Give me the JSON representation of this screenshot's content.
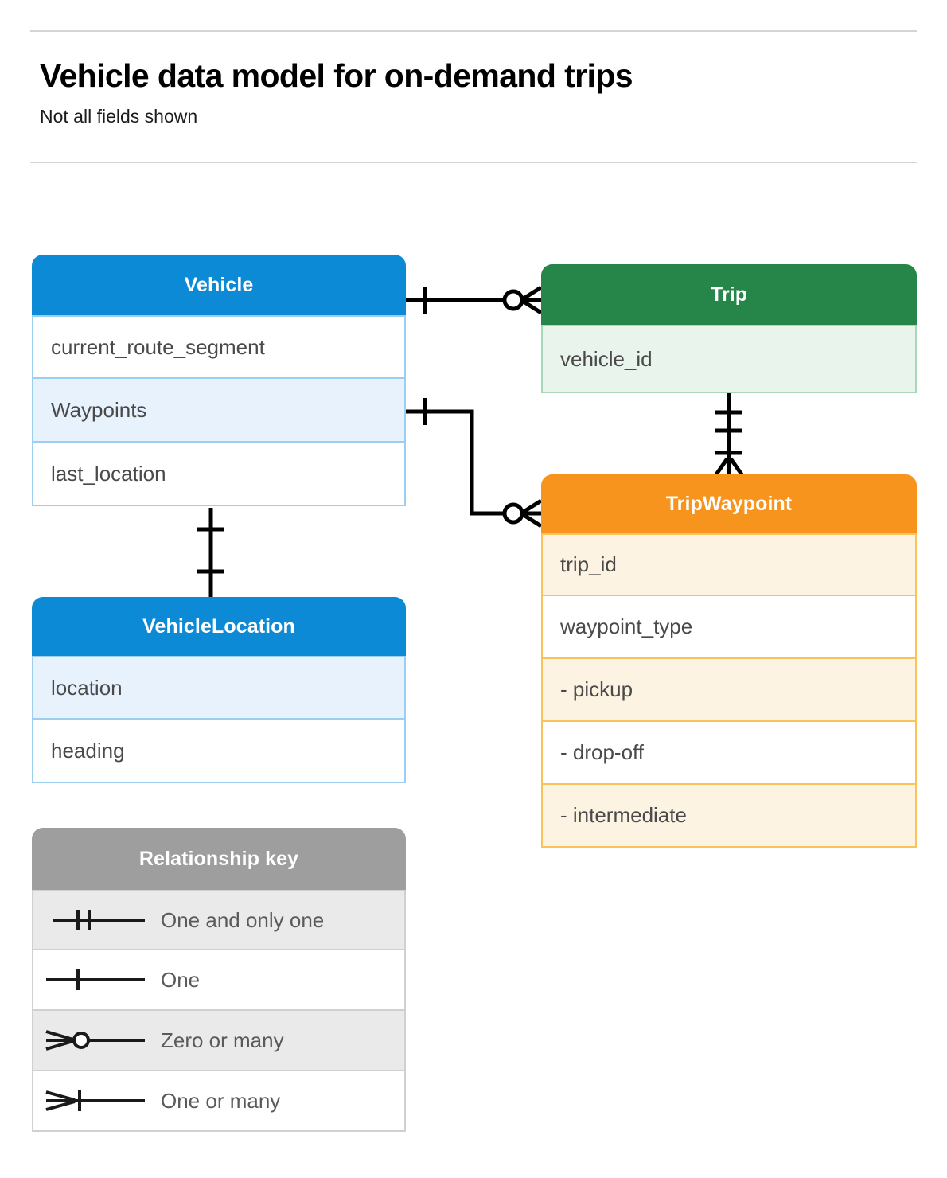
{
  "header": {
    "title": "Vehicle data model for on-demand trips",
    "subtitle": "Not all fields shown"
  },
  "colors": {
    "blue": "#0d8ad6",
    "blue_row_highlight": "#e8f2fd",
    "blue_border": "#9ccef2",
    "green": "#26864a",
    "green_row_highlight": "#e9f4ec",
    "green_border": "#a9d8b8",
    "orange": "#f7941e",
    "orange_row_highlight": "#fdf3e3",
    "orange_border": "#fac357",
    "grey": "#9e9e9e",
    "grey_row_highlight": "#eaeaea",
    "rule": "#d4d4d4",
    "connector": "#000000"
  },
  "entities": [
    {
      "id": "vehicle",
      "name": "Vehicle",
      "theme": "blue",
      "rows": [
        {
          "label": "current_route_segment",
          "highlight": false
        },
        {
          "label": "Waypoints",
          "highlight": true
        },
        {
          "label": "last_location",
          "highlight": false
        }
      ]
    },
    {
      "id": "trip",
      "name": "Trip",
      "theme": "green",
      "rows": [
        {
          "label": "vehicle_id",
          "highlight": true
        }
      ]
    },
    {
      "id": "tripwaypoint",
      "name": "TripWaypoint",
      "theme": "orange",
      "rows": [
        {
          "label": "trip_id",
          "highlight": true
        },
        {
          "label": "waypoint_type",
          "highlight": false
        },
        {
          "label": "- pickup",
          "highlight": true
        },
        {
          "label": "- drop-off",
          "highlight": false
        },
        {
          "label": "- intermediate",
          "highlight": true
        }
      ]
    },
    {
      "id": "vehiclelocation",
      "name": "VehicleLocation",
      "theme": "blue",
      "rows": [
        {
          "label": "location",
          "highlight": true
        },
        {
          "label": "heading",
          "highlight": false
        }
      ]
    }
  ],
  "legend": {
    "title": "Relationship key",
    "items": [
      {
        "glyph": "one-and-only-one-icon",
        "label": "One and only one",
        "highlight": true
      },
      {
        "glyph": "one-icon",
        "label": "One",
        "highlight": false
      },
      {
        "glyph": "zero-or-many-icon",
        "label": "Zero or many",
        "highlight": true
      },
      {
        "glyph": "one-or-many-icon",
        "label": "One or many",
        "highlight": false
      }
    ]
  },
  "relationships": [
    {
      "id": "vehicle-to-trip",
      "from": "Vehicle",
      "to": "Trip",
      "from_cardinality": "One",
      "to_cardinality": "Zero or many"
    },
    {
      "id": "vehicle-waypoints-to-tripwaypoint",
      "from": "Vehicle.Waypoints",
      "to": "TripWaypoint",
      "from_cardinality": "One",
      "to_cardinality": "Zero or many"
    },
    {
      "id": "trip-to-tripwaypoint",
      "from": "Trip",
      "to": "TripWaypoint",
      "from_cardinality": "One and only one",
      "to_cardinality": "One or many"
    },
    {
      "id": "vehicle-to-vehiclelocation",
      "from": "Vehicle",
      "to": "VehicleLocation",
      "from_cardinality": "One",
      "to_cardinality": "One"
    }
  ]
}
